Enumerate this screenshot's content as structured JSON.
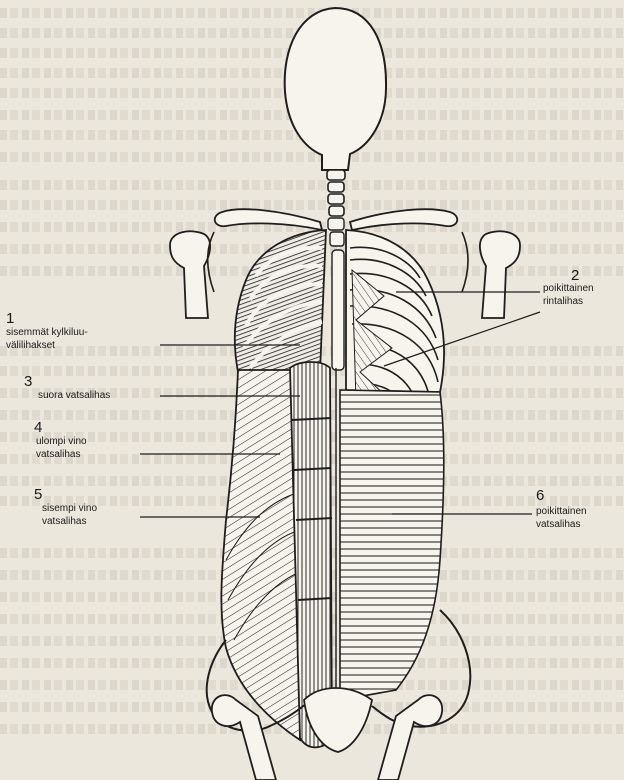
{
  "diagram": {
    "labels": [
      {
        "id": "1",
        "number": "1",
        "line1": "sisemmät kylkiluu-",
        "line2": "välilihakset"
      },
      {
        "id": "2",
        "number": "2",
        "line1": "poikittainen",
        "line2": "rintalihas"
      },
      {
        "id": "3",
        "number": "3",
        "line1": "suora vatsalihas",
        "line2": ""
      },
      {
        "id": "4",
        "number": "4",
        "line1": "ulompi vino",
        "line2": "vatsalihas"
      },
      {
        "id": "5",
        "number": "5",
        "line1": "sisempi vino",
        "line2": "vatsalihas"
      },
      {
        "id": "6",
        "number": "6",
        "line1": "poikittainen",
        "line2": "vatsalihas"
      }
    ]
  },
  "colors": {
    "paper": "#ece7dc",
    "ink": "#1a1a1a",
    "show_through": "#cfc9bd"
  }
}
